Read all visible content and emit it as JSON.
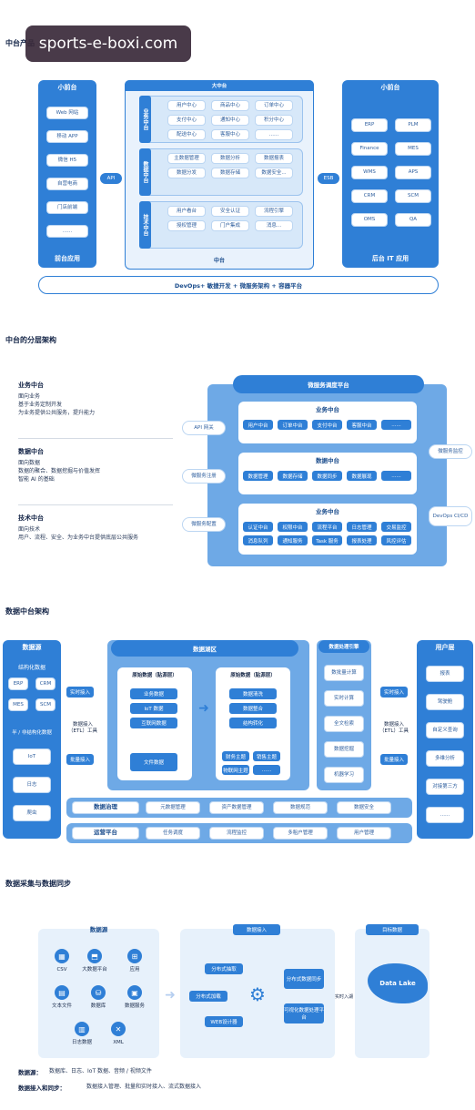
{
  "watermark": "sports-e-boxi.com",
  "s1": {
    "title": "中台产品",
    "left": {
      "title": "小前台",
      "items": [
        "Web 网站",
        "移动 APP",
        "微信 H5",
        "自营电商",
        "门店前端",
        "......"
      ],
      "footer": "前台应用"
    },
    "center": {
      "title": "大中台",
      "footer": "中台",
      "groups": [
        {
          "label": "业务中台",
          "items": [
            "用户中心",
            "商品中心",
            "订单中心",
            "支付中心",
            "通知中心",
            "积分中心",
            "配送中心",
            "客服中心",
            "......"
          ]
        },
        {
          "label": "数据中台",
          "items": [
            "主数据管理",
            "数据分析",
            "数据报表",
            "数据分发",
            "数据存储",
            "数据安全..."
          ]
        },
        {
          "label": "技术中台",
          "items": [
            "用户看台",
            "安全认证",
            "流程引擎",
            "授权管理",
            "门户集成",
            "消息..."
          ]
        }
      ]
    },
    "api": "API",
    "esb": "ESB",
    "right": {
      "title": "小前台",
      "items": [
        "ERP",
        "PLM",
        "Finance",
        "MES",
        "WMS",
        "APS",
        "CRM",
        "SCM",
        "OMS",
        "QA"
      ],
      "footer": "后台 IT 应用"
    },
    "bottom": "DevOps+ 敏捷开发 + 微服务架构 + 容器平台"
  },
  "s2": {
    "title": "中台的分层架构",
    "blocks": [
      {
        "title": "业务中台",
        "lines": [
          "面向业务",
          "基于业务定制开发",
          "为业务提供公共服务，提升能力"
        ]
      },
      {
        "title": "数据中台",
        "lines": [
          "面向数据",
          "数据的聚合、数据挖掘与价值发挥",
          "智能 AI 的基础"
        ]
      },
      {
        "title": "技术中台",
        "lines": [
          "面向技术",
          "用户、流程、安全、为业务中台提供底层公共服务"
        ]
      }
    ],
    "platform": "微服务调度平台",
    "side_left": [
      "API 网关",
      "微服务注册",
      "微服务配置"
    ],
    "side_right": [
      "微服务监控",
      "DevOps CI/CD"
    ],
    "rows": [
      {
        "title": "业务中台",
        "items": [
          "用户中台",
          "订单中台",
          "支付中台",
          "客服中台",
          "......"
        ]
      },
      {
        "title": "数据中台",
        "items": [
          "数据管理",
          "数据存储",
          "数据同步",
          "数据展现",
          "......"
        ]
      },
      {
        "title": "业务中台",
        "items": [
          "认证中台",
          "权限中台",
          "流程平台",
          "日志管理",
          "交易监控",
          "消息队列",
          "通知服务",
          "Task 服务",
          "报表处理",
          "风控评估"
        ]
      }
    ]
  },
  "s3": {
    "title": "数据中台架构",
    "source": {
      "title": "数据源",
      "structured": "结构化数据",
      "s_items": [
        "ERP",
        "CRM",
        "MES",
        "SCM"
      ],
      "unstructured": "半 / 非结构化数据",
      "u_items": [
        "IoT",
        "日志",
        "爬虫"
      ]
    },
    "realtime": "实时接入",
    "batch": "批量接入",
    "etl": "数据接入\n（ETL）工具",
    "lake": {
      "title": "数据湖区",
      "left_title": "原始数据（贴源层）",
      "left_items": [
        "业务数据",
        "IoT 数据",
        "互联网数据",
        "文件数据"
      ],
      "right_title": "原始数据（贴源层）",
      "right_items": [
        "数据清洗",
        "数据整合",
        "结构转化",
        "财务主题",
        "销售主题",
        "物联网主题",
        "......"
      ]
    },
    "engine": {
      "title": "数据处理引擎",
      "items": [
        "数批量计算",
        "实时计算",
        "全文检索",
        "数据挖掘",
        "机器学习"
      ]
    },
    "users": {
      "title": "用户层",
      "items": [
        "报表",
        "驾驶舱",
        "自定义查询",
        "多维分析",
        "对接第三方",
        "......"
      ]
    },
    "realtime2": "实时接入",
    "batch2": "批量接入",
    "etl2": "数据接入\n（ETL）工具",
    "gov": {
      "label": "数据治理",
      "items": [
        "元数据管理",
        "资产数据管理",
        "数据规范",
        "数据安全"
      ]
    },
    "ops": {
      "label": "运营平台",
      "items": [
        "任务调度",
        "流程监控",
        "多租户管理",
        "用户管理"
      ]
    }
  },
  "s4": {
    "title": "数据采集与数据同步",
    "src": {
      "title": "数据源",
      "items": [
        "CSV",
        "大数据平台",
        "应用",
        "文本文件",
        "数据库",
        "数据服务",
        "日志数据",
        "XML"
      ]
    },
    "ingest": {
      "title": "数据接入",
      "items": [
        "分布式抽取",
        "分布式加载",
        "WEB设计器",
        "分布式数据同步",
        "可视化数据处理平台"
      ]
    },
    "target": {
      "title": "目标数据",
      "lake": "Data Lake",
      "arrow": "实时入湖"
    },
    "foot": [
      {
        "k": "数据源：",
        "v": "数据库、日志、IoT 数据、音频 / 视频文件"
      },
      {
        "k": "数据接入和同步：",
        "v": "数据接入管理、批量和实时接入、流式数据接入"
      }
    ]
  }
}
